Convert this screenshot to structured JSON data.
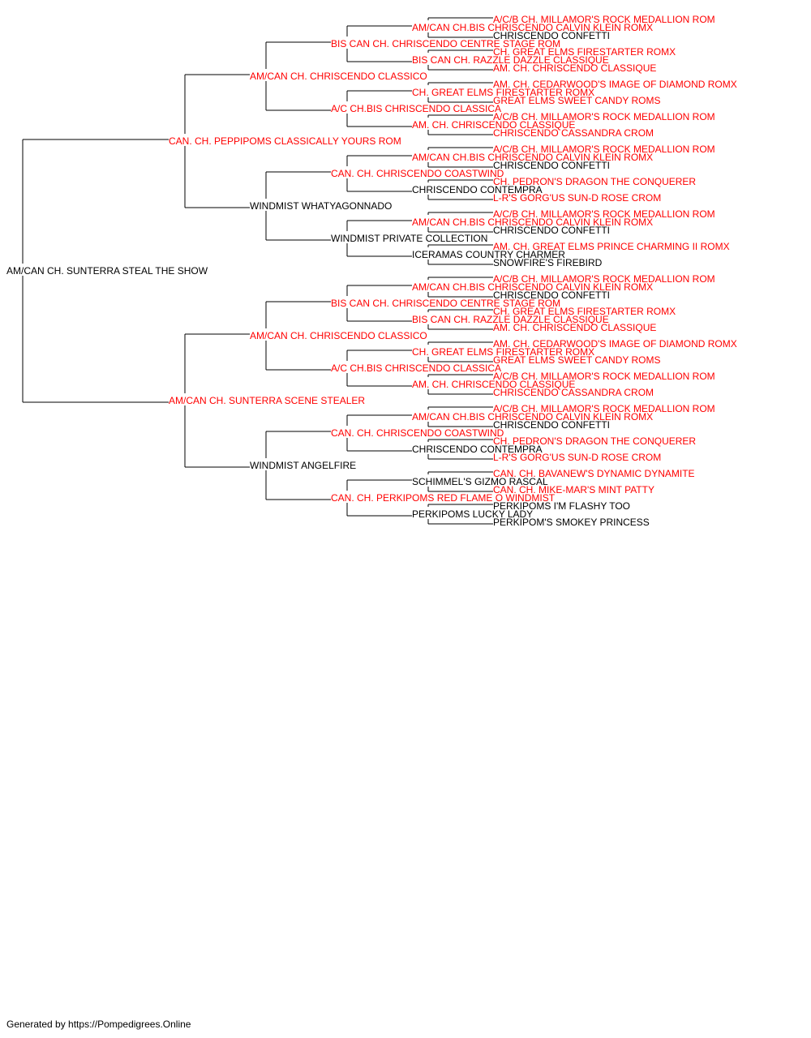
{
  "colors": {
    "champion": "#ff0000",
    "plain": "#000000",
    "line": "#000000"
  },
  "pedigree": {
    "name": "AM/CAN CH. SUNTERRA STEAL THE SHOW",
    "ch": false,
    "sire": {
      "name": "CAN. CH. PEPPIPOMS CLASSICALLY YOURS ROM",
      "ch": true,
      "sire": {
        "name": "AM/CAN CH. CHRISCENDO CLASSICO",
        "ch": true,
        "sire": {
          "name": "BIS CAN CH. CHRISCENDO CENTRE STAGE ROM",
          "ch": true,
          "sire": {
            "name": "AM/CAN CH.BIS CHRISCENDO CALVIN KLEIN ROMX",
            "ch": true,
            "sire": {
              "name": "A/C/B CH. MILLAMOR'S ROCK MEDALLION ROM",
              "ch": true
            },
            "dam": {
              "name": "CHRISCENDO CONFETTI",
              "ch": false
            }
          },
          "dam": {
            "name": "BIS CAN CH. RAZZLE DAZZLE CLASSIQUE",
            "ch": true,
            "sire": {
              "name": "CH. GREAT ELMS FIRESTARTER ROMX",
              "ch": true
            },
            "dam": {
              "name": "AM. CH. CHRISCENDO CLASSIQUE",
              "ch": true
            }
          }
        },
        "dam": {
          "name": "A/C CH.BIS CHRISCENDO CLASSICA",
          "ch": true,
          "sire": {
            "name": "CH. GREAT ELMS FIRESTARTER ROMX",
            "ch": true,
            "sire": {
              "name": "AM. CH. CEDARWOOD'S IMAGE OF DIAMOND ROMX",
              "ch": true
            },
            "dam": {
              "name": "GREAT ELMS SWEET CANDY ROMS",
              "ch": true
            }
          },
          "dam": {
            "name": "AM. CH. CHRISCENDO CLASSIQUE",
            "ch": true,
            "sire": {
              "name": "A/C/B CH. MILLAMOR'S ROCK MEDALLION ROM",
              "ch": true
            },
            "dam": {
              "name": "CHRISCENDO CASSANDRA CROM",
              "ch": true
            }
          }
        }
      },
      "dam": {
        "name": "WINDMIST WHATYAGONNADO",
        "ch": false,
        "sire": {
          "name": "CAN. CH. CHRISCENDO COASTWIND",
          "ch": true,
          "sire": {
            "name": "AM/CAN CH.BIS CHRISCENDO CALVIN KLEIN ROMX",
            "ch": true,
            "sire": {
              "name": "A/C/B CH. MILLAMOR'S ROCK MEDALLION ROM",
              "ch": true
            },
            "dam": {
              "name": "CHRISCENDO CONFETTI",
              "ch": false
            }
          },
          "dam": {
            "name": "CHRISCENDO CONTEMPRA",
            "ch": false,
            "sire": {
              "name": "CH. PEDRON'S DRAGON THE CONQUERER",
              "ch": true
            },
            "dam": {
              "name": "L-R'S GORG'US SUN-D ROSE CROM",
              "ch": true
            }
          }
        },
        "dam": {
          "name": "WINDMIST PRIVATE COLLECTION",
          "ch": false,
          "sire": {
            "name": "AM/CAN CH.BIS CHRISCENDO CALVIN KLEIN ROMX",
            "ch": true,
            "sire": {
              "name": "A/C/B CH. MILLAMOR'S ROCK MEDALLION ROM",
              "ch": true
            },
            "dam": {
              "name": "CHRISCENDO CONFETTI",
              "ch": false
            }
          },
          "dam": {
            "name": "ICERAMAS COUNTRY CHARMER",
            "ch": false,
            "sire": {
              "name": "AM. CH. GREAT ELMS PRINCE CHARMING II ROMX",
              "ch": true
            },
            "dam": {
              "name": "SNOWFIRE'S FIREBIRD",
              "ch": false
            }
          }
        }
      }
    },
    "dam": {
      "name": "AM/CAN CH. SUNTERRA SCENE STEALER",
      "ch": true,
      "sire": {
        "name": "AM/CAN CH. CHRISCENDO CLASSICO",
        "ch": true,
        "sire": {
          "name": "BIS CAN CH. CHRISCENDO CENTRE STAGE ROM",
          "ch": true,
          "sire": {
            "name": "AM/CAN CH.BIS CHRISCENDO CALVIN KLEIN ROMX",
            "ch": true,
            "sire": {
              "name": "A/C/B CH. MILLAMOR'S ROCK MEDALLION ROM",
              "ch": true
            },
            "dam": {
              "name": "CHRISCENDO CONFETTI",
              "ch": false
            }
          },
          "dam": {
            "name": "BIS CAN CH. RAZZLE DAZZLE CLASSIQUE",
            "ch": true,
            "sire": {
              "name": "CH. GREAT ELMS FIRESTARTER ROMX",
              "ch": true
            },
            "dam": {
              "name": "AM. CH. CHRISCENDO CLASSIQUE",
              "ch": true
            }
          }
        },
        "dam": {
          "name": "A/C CH.BIS CHRISCENDO CLASSICA",
          "ch": true,
          "sire": {
            "name": "CH. GREAT ELMS FIRESTARTER ROMX",
            "ch": true,
            "sire": {
              "name": "AM. CH. CEDARWOOD'S IMAGE OF DIAMOND ROMX",
              "ch": true
            },
            "dam": {
              "name": "GREAT ELMS SWEET CANDY ROMS",
              "ch": true
            }
          },
          "dam": {
            "name": "AM. CH. CHRISCENDO CLASSIQUE",
            "ch": true,
            "sire": {
              "name": "A/C/B CH. MILLAMOR'S ROCK MEDALLION ROM",
              "ch": true
            },
            "dam": {
              "name": "CHRISCENDO CASSANDRA CROM",
              "ch": true
            }
          }
        }
      },
      "dam": {
        "name": "WINDMIST ANGELFIRE",
        "ch": false,
        "sire": {
          "name": "CAN. CH. CHRISCENDO COASTWIND",
          "ch": true,
          "sire": {
            "name": "AM/CAN CH.BIS CHRISCENDO CALVIN KLEIN ROMX",
            "ch": true,
            "sire": {
              "name": "A/C/B CH. MILLAMOR'S ROCK MEDALLION ROM",
              "ch": true
            },
            "dam": {
              "name": "CHRISCENDO CONFETTI",
              "ch": false
            }
          },
          "dam": {
            "name": "CHRISCENDO CONTEMPRA",
            "ch": false,
            "sire": {
              "name": "CH. PEDRON'S DRAGON THE CONQUERER",
              "ch": true
            },
            "dam": {
              "name": "L-R'S GORG'US SUN-D ROSE CROM",
              "ch": true
            }
          }
        },
        "dam": {
          "name": "CAN. CH. PERKIPOMS RED FLAME O WINDMIST",
          "ch": true,
          "sire": {
            "name": "SCHIMMEL'S GIZMO RASCAL",
            "ch": false,
            "sire": {
              "name": "CAN. CH. BAVANEW'S DYNAMIC DYNAMITE",
              "ch": true
            },
            "dam": {
              "name": "CAN. CH. MIKE-MAR'S MINT PATTY",
              "ch": true
            }
          },
          "dam": {
            "name": "PERKIPOMS LUCKY LADY",
            "ch": false,
            "sire": {
              "name": "PERKIPOMS I'M FLASHY TOO",
              "ch": false
            },
            "dam": {
              "name": "PERKIPOM'S SMOKEY PRINCESS",
              "ch": false
            }
          }
        }
      }
    }
  },
  "footer": {
    "text": "Generated by https://Pompedigrees.Online"
  }
}
